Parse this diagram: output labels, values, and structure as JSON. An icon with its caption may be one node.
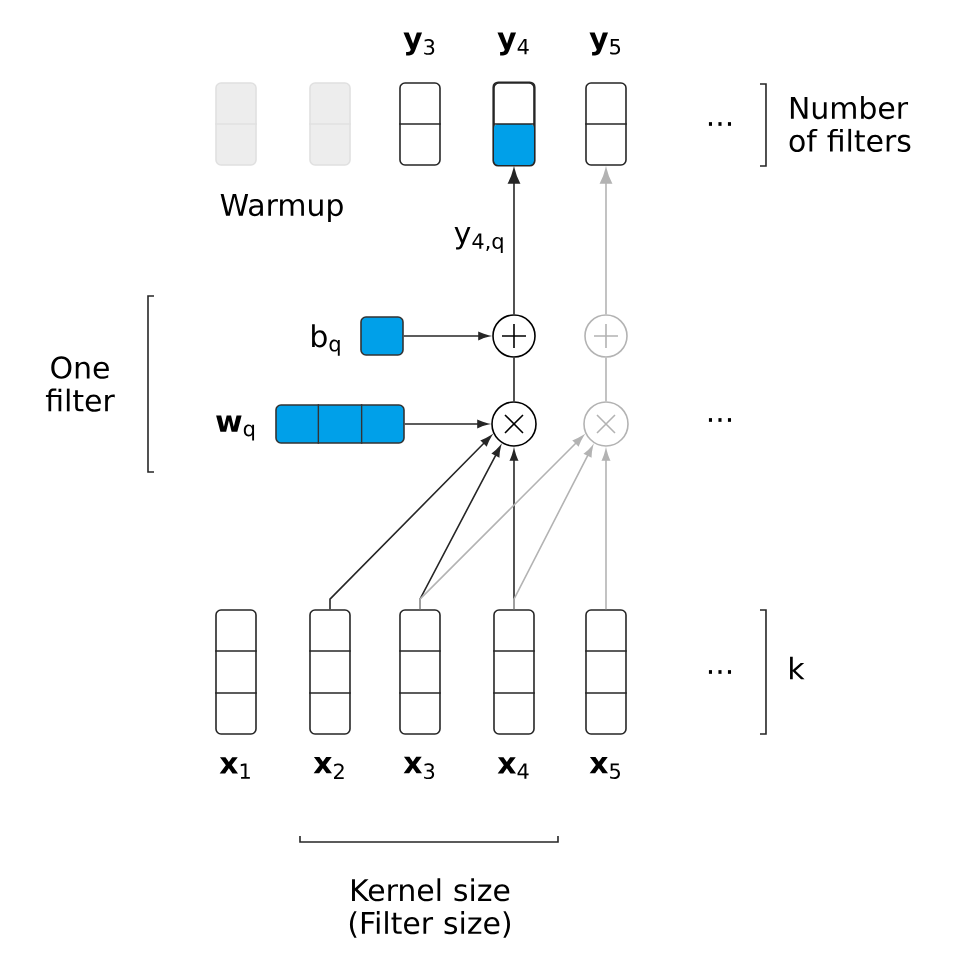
{
  "diagram": {
    "nodes": [
      {
        "text": [],
        "shape": "box"
      },
      {
        "text": [],
        "shape": "box"
      },
      {
        "text": [
          "**y**$_{3}$"
        ]
      },
      {
        "text": [
          "**y**$_{4}$"
        ]
      },
      {
        "text": [
          "**y**$_{5}$"
        ]
      },
      {
        "text": [],
        "shape": "circle"
      },
      {
        "text": [],
        "shape": "circle"
      },
      {
        "text": [],
        "shape": "circle"
      },
      {
        "text": [],
        "shape": "circle"
      },
      {
        "text": [
          "b$_{q}$"
        ]
      },
      {
        "text": [
          "**w**$_{q}$"
        ]
      },
      {
        "text": [
          "**x**$_{1}$"
        ]
      },
      {
        "text": [
          "**x**$_{2}$"
        ]
      },
      {
        "text": [
          "**x**$_{3}$"
        ]
      },
      {
        "text": [
          "**x**$_{4}$"
        ]
      },
      {
        "text": [
          "**x**$_{5}$"
        ]
      }
    ],
    "edges": [
      {
        "from": 6,
        "to": 5,
        "arrow": "none"
      },
      {
        "from": 5,
        "to": 3,
        "arrow": "to",
        "label": "y$_{4,q}$"
      },
      {
        "from": 9,
        "to": 5,
        "arrow": "to"
      },
      {
        "from": 10,
        "to": 6,
        "arrow": "to"
      },
      {
        "from": 12,
        "to": 6,
        "arrow": "to"
      },
      {
        "from": 13,
        "to": 6,
        "arrow": "to"
      },
      {
        "from": 14,
        "to": 6,
        "arrow": "to"
      },
      {
        "from": 8,
        "to": 7,
        "arrow": "none",
        "color": "#b3b3b3"
      },
      {
        "from": 7,
        "to": 4,
        "arrow": "to",
        "color": "#b3b3b3"
      },
      {
        "from": 13,
        "to": 8,
        "arrow": "to",
        "color": "#b3b3b3"
      },
      {
        "from": 14,
        "to": 8,
        "arrow": "to",
        "color": "#b3b3b3"
      },
      {
        "from": 15,
        "to": 8,
        "arrow": "to",
        "color": "#b3b3b3"
      }
    ],
    "labels": [
      "Number of filters",
      "...",
      "Warmup",
      "One filter",
      "...",
      "...",
      "k",
      "Kernel size (Filter size)"
    ]
  }
}
